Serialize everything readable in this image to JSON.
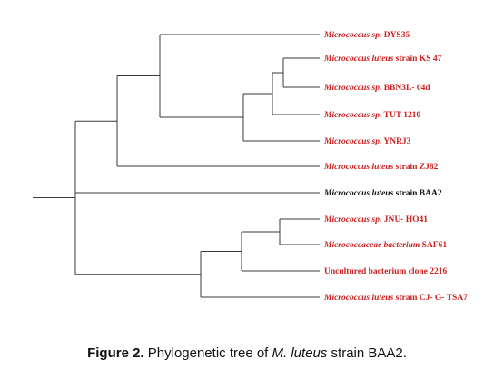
{
  "tree": {
    "colors": {
      "branch": "#3a3a3a",
      "highlight_label": "#cc1f1f",
      "focal_label": "#111111"
    },
    "leaves": [
      {
        "id": "dys35",
        "species": "Micrococcus sp.",
        "rest": " DYS35",
        "highlight": true
      },
      {
        "id": "ks47",
        "species": "Micrococcus luteus",
        "rest": " strain KS 47",
        "highlight": true
      },
      {
        "id": "bbn3l",
        "species": "Micrococcus sp.",
        "rest": " BBN3L- 04d",
        "highlight": true
      },
      {
        "id": "tut1210",
        "species": "Micrococcus sp.",
        "rest": " TUT 1210",
        "highlight": true
      },
      {
        "id": "ynrj3",
        "species": "Micrococcus sp.",
        "rest": " YNRJ3",
        "highlight": true
      },
      {
        "id": "zj82",
        "species": "Micrococcus luteus",
        "rest": " strain ZJ82",
        "highlight": true
      },
      {
        "id": "baa2",
        "species": "Micrococcus luteus",
        "rest": " strain BAA2",
        "highlight": false
      },
      {
        "id": "ho41",
        "species": "Micrococcus sp.",
        "rest": " JNU- HO41",
        "highlight": true
      },
      {
        "id": "saf61",
        "species": "Micrococcaceae bacterium",
        "rest": " SAF61",
        "highlight": true
      },
      {
        "id": "clone2216",
        "species": "",
        "rest": "Uncultured bacterium clone 2216",
        "highlight": true
      },
      {
        "id": "tsa7",
        "species": "Micrococcus luteus",
        "rest": " strain CJ- G- TSA7",
        "highlight": true
      }
    ]
  },
  "caption": {
    "figure_label": "Figure 2.",
    "text_before": " Phylogenetic tree of ",
    "species": "M. luteus",
    "text_after": " strain BAA2."
  }
}
